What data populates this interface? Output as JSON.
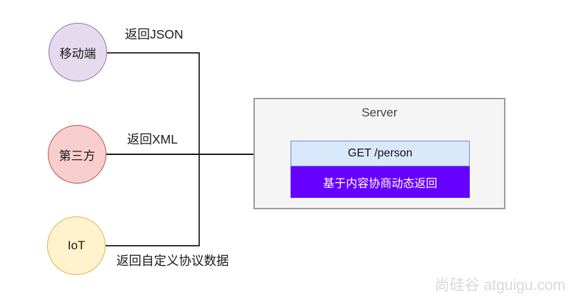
{
  "clients": [
    {
      "label": "移动端",
      "edge_label": "返回JSON",
      "fill": "#E6DBEE",
      "stroke": "#9673A6"
    },
    {
      "label": "第三方",
      "edge_label": "返回XML",
      "fill": "#F8CECC",
      "stroke": "#B85450"
    },
    {
      "label": "IoT",
      "edge_label": "返回自定义协议数据",
      "fill": "#FFF2CC",
      "stroke": "#D6B656"
    }
  ],
  "server": {
    "title": "Server",
    "request_label": "GET /person",
    "response_label": "基于内容协商动态返回",
    "request_fill": "#DAE8FC",
    "request_stroke": "#6C8EBF",
    "response_fill": "#6600FF"
  },
  "connectors": {
    "color": "#1a1a1a"
  },
  "watermark": "尚硅谷 atguigu.com"
}
